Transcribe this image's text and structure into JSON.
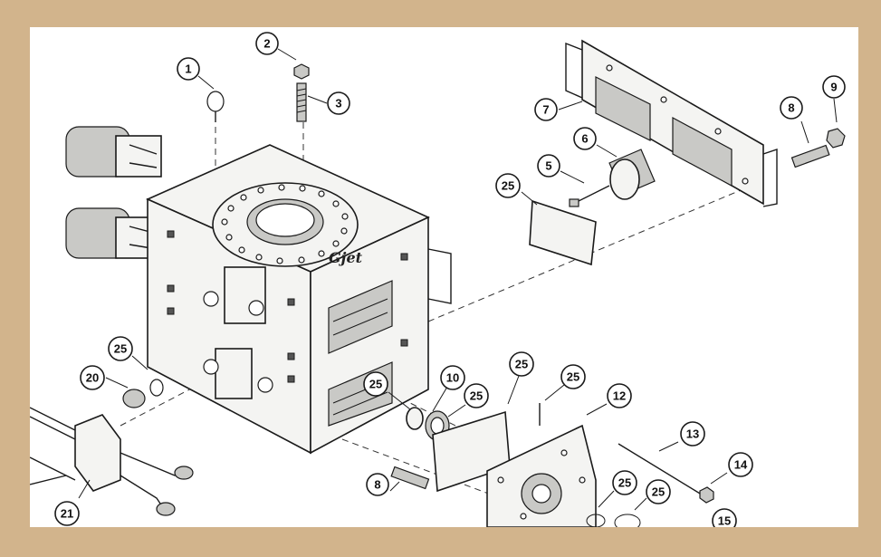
{
  "diagram": {
    "logo_text": "Gjet",
    "callouts": [
      {
        "id": "callout-1",
        "label": "1"
      },
      {
        "id": "callout-2",
        "label": "2"
      },
      {
        "id": "callout-3",
        "label": "3"
      },
      {
        "id": "callout-5",
        "label": "5"
      },
      {
        "id": "callout-6",
        "label": "6"
      },
      {
        "id": "callout-7",
        "label": "7"
      },
      {
        "id": "callout-8-top",
        "label": "8"
      },
      {
        "id": "callout-9",
        "label": "9"
      },
      {
        "id": "callout-25-gasket-top",
        "label": "25"
      },
      {
        "id": "callout-25-port",
        "label": "25"
      },
      {
        "id": "callout-20",
        "label": "20"
      },
      {
        "id": "callout-10",
        "label": "10"
      },
      {
        "id": "callout-25-seal-a",
        "label": "25"
      },
      {
        "id": "callout-25-seal-b",
        "label": "25"
      },
      {
        "id": "callout-25-gasket-mid",
        "label": "25"
      },
      {
        "id": "callout-25-pin",
        "label": "25"
      },
      {
        "id": "callout-12",
        "label": "12"
      },
      {
        "id": "callout-13",
        "label": "13"
      },
      {
        "id": "callout-14",
        "label": "14"
      },
      {
        "id": "callout-8-bottom",
        "label": "8"
      },
      {
        "id": "callout-25-ring-a",
        "label": "25"
      },
      {
        "id": "callout-25-ring-b",
        "label": "25"
      },
      {
        "id": "callout-15",
        "label": "15"
      },
      {
        "id": "callout-21",
        "label": "21"
      }
    ]
  }
}
